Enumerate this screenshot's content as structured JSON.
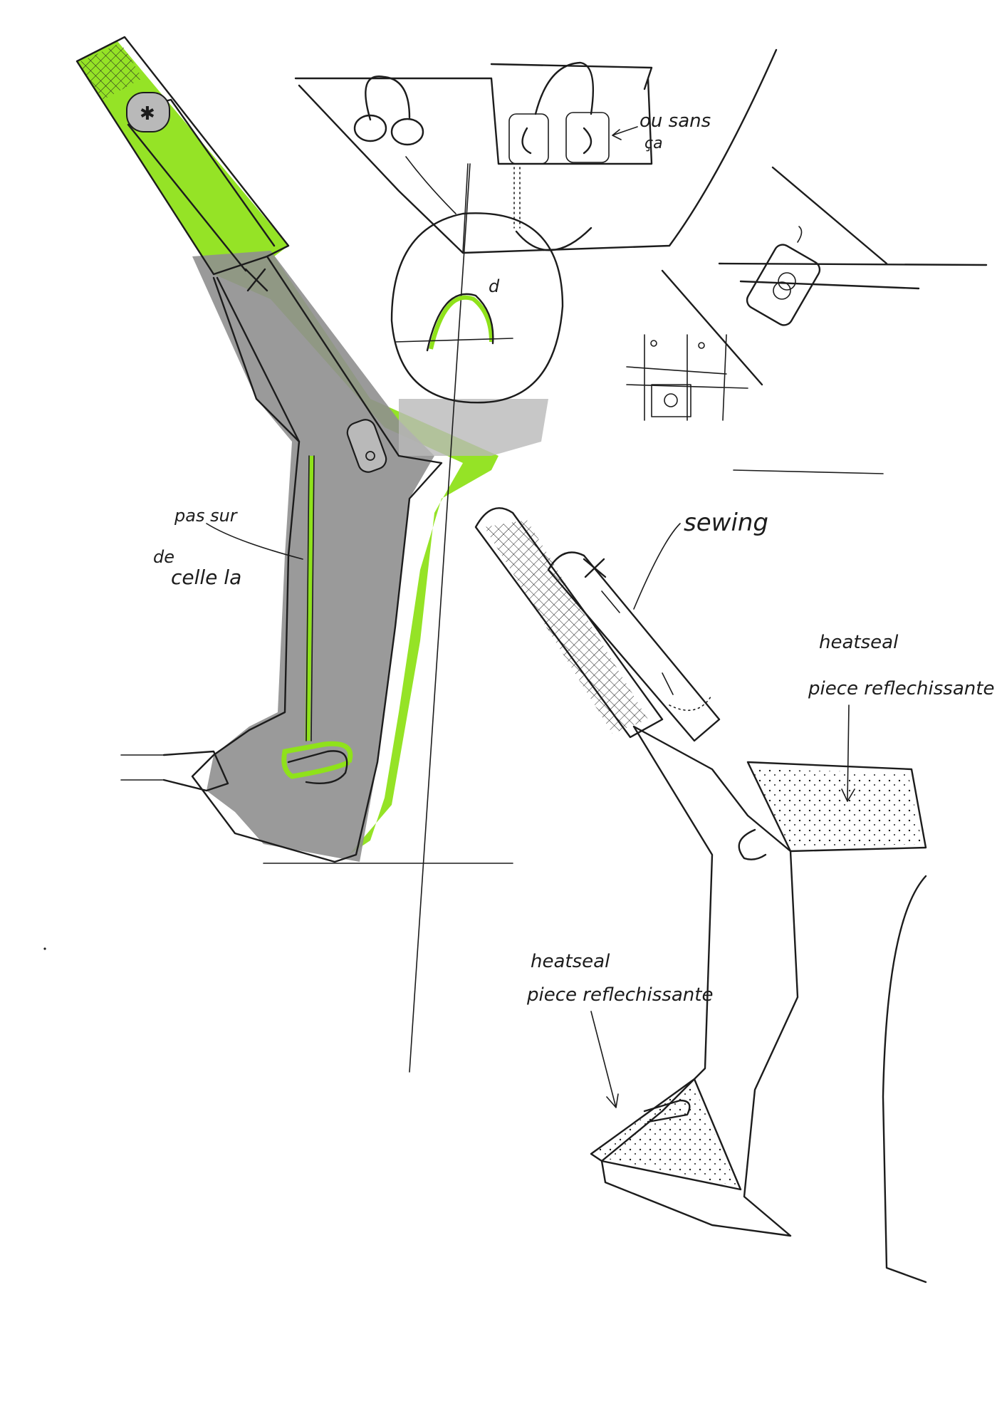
{
  "colors": {
    "ink": "#1c1c1c",
    "marker_grey": "#8f8f8f",
    "marker_grey_light": "#b9b9b9",
    "marker_green": "#8fe21a",
    "paper": "#ffffff"
  },
  "annotations": {
    "ou_sans": "ou sans",
    "ca": "ça",
    "pas_sur_1": "pas sur",
    "pas_sur_2": "de",
    "pas_sur_3": "celle la",
    "sewing": "sewing",
    "heatseal_top_1": "heatseal",
    "heatseal_top_2": "piece reflechissante",
    "heatseal_bottom_1": "heatseal",
    "heatseal_bottom_2": "piece reflechissante",
    "detail_mark": "d"
  },
  "icons": [
    "cross-mark",
    "d-ring",
    "loop-handle",
    "reflective-dots"
  ]
}
